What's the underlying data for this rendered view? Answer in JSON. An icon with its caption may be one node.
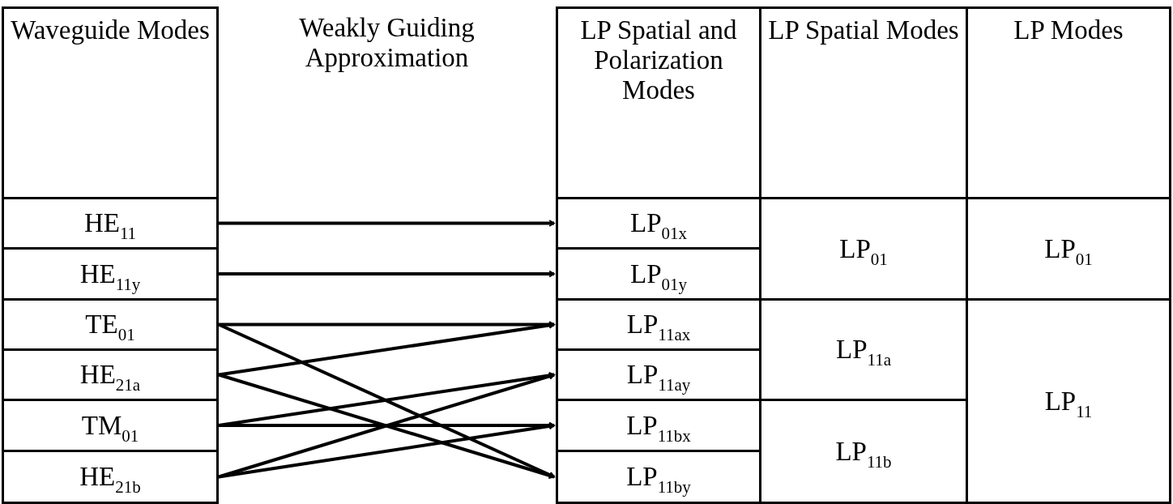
{
  "diagram": {
    "nodes": [
      {
        "text": [
          "Waveguide Modes"
        ]
      },
      {
        "text": [
          "HE$_{11}$"
        ]
      },
      {
        "text": [
          "HE$_{11y}$"
        ]
      },
      {
        "text": [
          "TE$_{01}$"
        ]
      },
      {
        "text": [
          "HE$_{21a}$"
        ]
      },
      {
        "text": [
          "TM$_{01}$"
        ]
      },
      {
        "text": [
          "HE$_{21b}$"
        ]
      },
      {
        "text": [
          "LP Spatial and Polarization Modes"
        ]
      },
      {
        "text": [
          "LP Spatial Modes"
        ]
      },
      {
        "text": [
          "LP Modes"
        ]
      },
      {
        "text": [
          "LP$_{01x}$"
        ]
      },
      {
        "text": [
          "LP$_{01y}$"
        ]
      },
      {
        "text": [
          "LP$_{11ax}$"
        ]
      },
      {
        "text": [
          "LP$_{11ay}$"
        ]
      },
      {
        "text": [
          "LP$_{11bx}$"
        ]
      },
      {
        "text": [
          "LP$_{11by}$"
        ]
      },
      {
        "text": [
          "LP$_{01}$"
        ]
      },
      {
        "text": [
          "LP$_{11a}$"
        ]
      },
      {
        "text": [
          "LP$_{11b}$"
        ]
      },
      {
        "text": [
          "LP$_{01}$"
        ]
      },
      {
        "text": [
          "LP$_{11}$"
        ]
      }
    ],
    "edges": [
      {
        "from": 1,
        "to": 10,
        "arrow": "to"
      },
      {
        "from": 2,
        "to": 11,
        "arrow": "to"
      },
      {
        "from": 3,
        "to": 12,
        "arrow": "to"
      },
      {
        "from": 3,
        "to": 15,
        "arrow": "to"
      },
      {
        "from": 4,
        "to": 12,
        "arrow": "to"
      },
      {
        "from": 4,
        "to": 15,
        "arrow": "to"
      },
      {
        "from": 5,
        "to": 13,
        "arrow": "to"
      },
      {
        "from": 5,
        "to": 14,
        "arrow": "to"
      },
      {
        "from": 6,
        "to": 13,
        "arrow": "to"
      },
      {
        "from": 6,
        "to": 14,
        "arrow": "to"
      }
    ],
    "labels": [
      "Weakly Guiding Approximation"
    ]
  }
}
